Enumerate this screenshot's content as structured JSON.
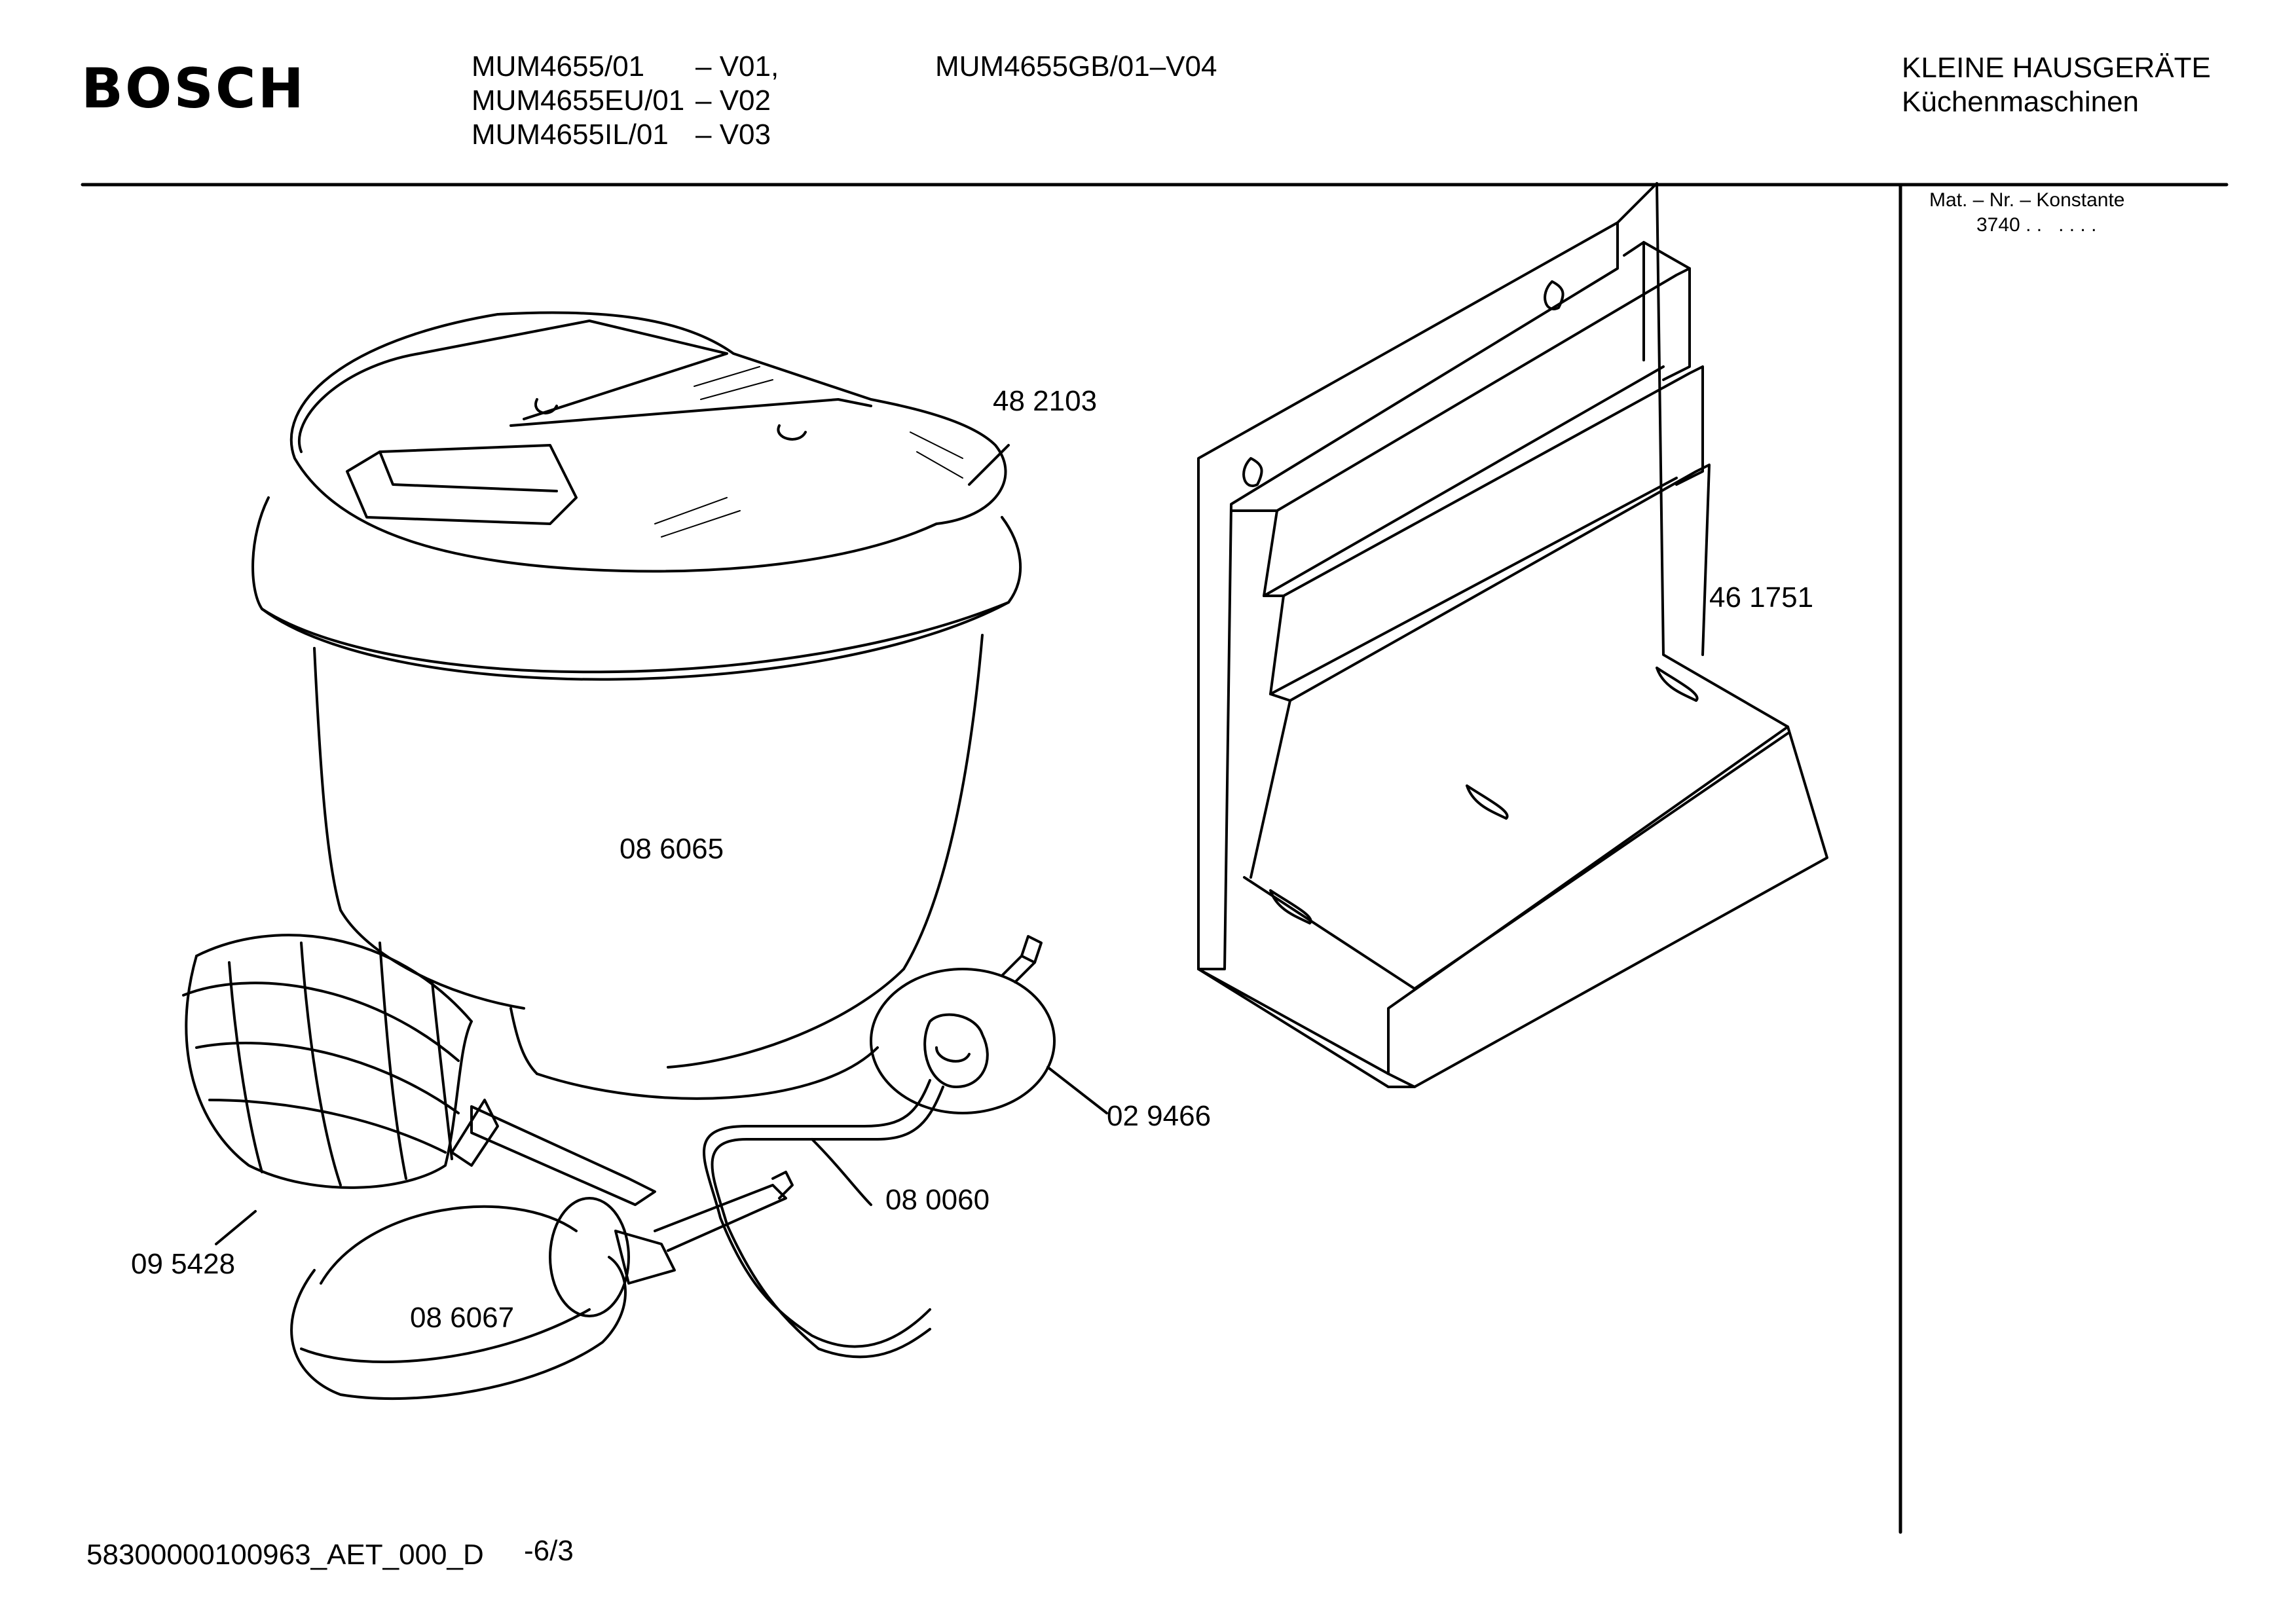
{
  "header": {
    "brand": "BOSCH",
    "models_col1": [
      "MUM4655/01",
      "MUM4655EU/01",
      "MUM4655IL/01"
    ],
    "models_col2": [
      "– V01,",
      "– V02",
      "– V03"
    ],
    "model_extra": "MUM4655GB/01–V04",
    "category": "KLEINE HAUSGERÄTE",
    "subcategory": "Küchenmaschinen"
  },
  "side_panel": {
    "mat_label": "Mat. – Nr. – Konstante",
    "mat_value": "3740 . .   . . . ."
  },
  "parts": [
    {
      "number": "48 2103"
    },
    {
      "number": "46 1751"
    },
    {
      "number": "08 6065"
    },
    {
      "number": "02 9466"
    },
    {
      "number": "08 0060"
    },
    {
      "number": "09 5428"
    },
    {
      "number": "08 6067"
    }
  ],
  "footer": {
    "document_id": "58300000100963_AET_000_D",
    "page": "-6/3"
  }
}
